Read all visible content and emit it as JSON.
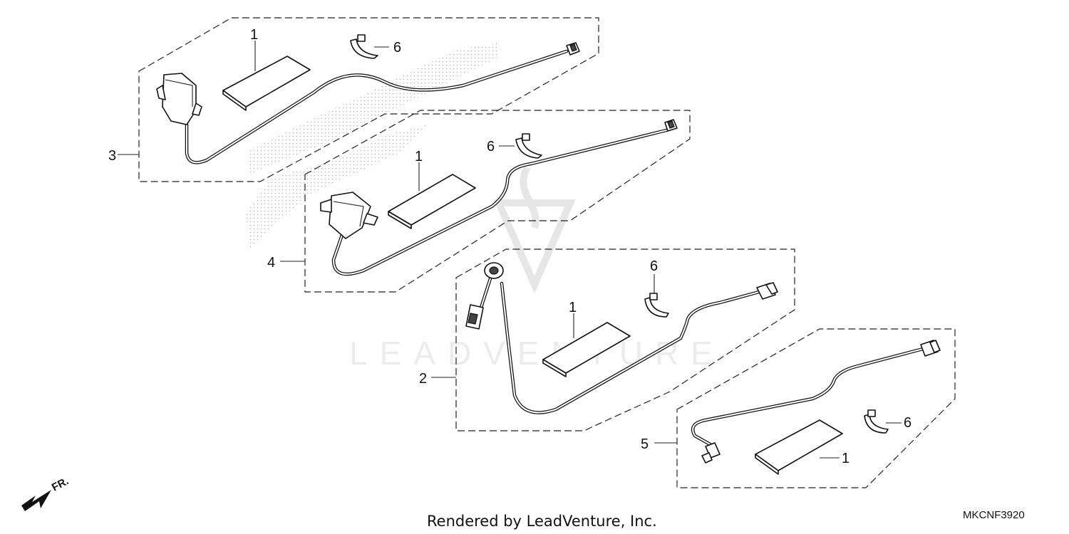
{
  "diagram": {
    "callouts": {
      "kit_3": "3",
      "kit_4": "4",
      "kit_2": "2",
      "kit_5": "5",
      "pad_a": "1",
      "pad_b": "1",
      "pad_c": "1",
      "pad_d": "1",
      "clip_a": "6",
      "clip_b": "6",
      "clip_c": "6",
      "clip_d": "6"
    },
    "direction_label": "FR.",
    "watermark": "LEADVENTURE",
    "credit": "Rendered by LeadVenture, Inc.",
    "drawing_code": "MKCNF3920"
  },
  "colors": {
    "line": "#111111",
    "watermark": "#ececec",
    "background": "#ffffff"
  }
}
